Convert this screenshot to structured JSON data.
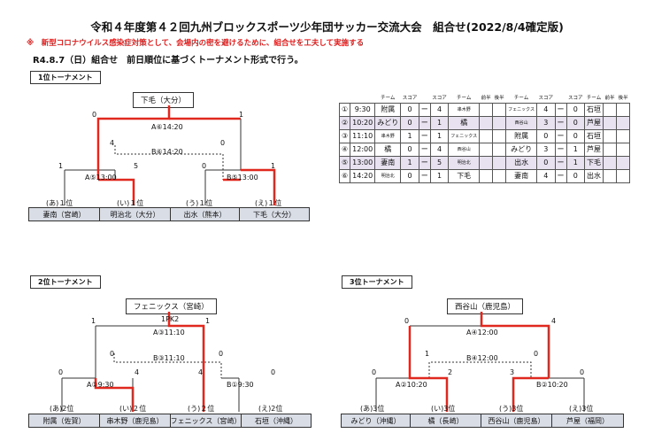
{
  "title": "令和４年度第４２回九州ブロックスポーツ少年団サッカー交流大会　組合せ(2022/8/4確定版)",
  "notice": "※　新型コロナウイルス感染症対策として、会場内の密を避けるために、組合せを工夫して実施する",
  "subheading": "R4.8.7（日）組合せ　前日順位に基づくトーナメント形式で行う。",
  "t1": {
    "label": "1位トーナメント",
    "winner": "下毛（大分）",
    "final_match": "A⑥14:20",
    "third_match": "B⑥14:20",
    "semi_left_match": "A⑤13:00",
    "semi_right_match": "B⑤13:00",
    "final_scores": [
      "0",
      "1"
    ],
    "third_scores": [
      "4",
      "0"
    ],
    "semi_scores": [
      "1",
      "5",
      "0",
      "1"
    ],
    "slots": [
      "(あ)１位",
      "(い)１位",
      "(う)１位",
      "(え)１位"
    ],
    "teams": [
      "妻南（宮崎）",
      "明治北（大分）",
      "出水（熊本）",
      "下毛（大分）"
    ]
  },
  "t2": {
    "label": "2位トーナメント",
    "winner": "フェニックス（宮崎）",
    "pk": "1PK2",
    "final_match": "A③11:10",
    "third_match": "B③11:10",
    "semi_left_match": "A①9:30",
    "semi_right_match": "B①9:30",
    "final_scores": [
      "1",
      "1"
    ],
    "third_scores": [
      "0",
      "0"
    ],
    "semi_scores": [
      "0",
      "4",
      "4",
      "0"
    ],
    "slots": [
      "(あ)2位",
      "(い)２位",
      "(う)２位",
      "(え)2位"
    ],
    "teams": [
      "附属（佐賀）",
      "串木野（鹿児島）",
      "フェニックス（宮崎）",
      "石垣（沖縄）"
    ]
  },
  "t3": {
    "label": "3位トーナメント",
    "winner": "西谷山（鹿児島）",
    "final_match": "A④12:00",
    "third_match": "B④12:00",
    "semi_left_match": "A②10:20",
    "semi_right_match": "B②10:20",
    "final_scores": [
      "0",
      "4"
    ],
    "third_scores": [
      "1",
      "0"
    ],
    "semi_scores": [
      "0",
      "2",
      "3",
      "0"
    ],
    "slots": [
      "(あ)3位",
      "(い)3位",
      "(う)3位",
      "(え)3位"
    ],
    "teams": [
      "みどり（沖縄）",
      "橘（長崎）",
      "西谷山（鹿児島）",
      "芦屋（福岡）"
    ]
  },
  "schedule": {
    "headers": [
      "",
      "",
      "チーム",
      "スコア",
      "",
      "スコア",
      "チーム",
      "前半",
      "後半",
      "チーム",
      "スコア",
      "",
      "スコア",
      "チーム",
      "前半",
      "後半"
    ],
    "rows": [
      [
        "①",
        "9:30",
        "附属",
        "0",
        "ー",
        "4",
        "串木野",
        "",
        "",
        "フェニックス",
        "4",
        "ー",
        "0",
        "石垣",
        "",
        ""
      ],
      [
        "②",
        "10:20",
        "みどり",
        "0",
        "ー",
        "1",
        "橘",
        "",
        "",
        "西谷山",
        "3",
        "ー",
        "0",
        "芦屋",
        "",
        ""
      ],
      [
        "③",
        "11:10",
        "串木野",
        "1",
        "ー",
        "1",
        "フェニックス",
        "",
        "",
        "附属",
        "0",
        "ー",
        "0",
        "石垣",
        "",
        ""
      ],
      [
        "④",
        "12:00",
        "橘",
        "0",
        "ー",
        "4",
        "西谷山",
        "",
        "",
        "みどり",
        "3",
        "ー",
        "1",
        "芦屋",
        "",
        ""
      ],
      [
        "⑤",
        "13:00",
        "妻南",
        "1",
        "ー",
        "5",
        "明治北",
        "",
        "",
        "出水",
        "0",
        "ー",
        "1",
        "下毛",
        "",
        ""
      ],
      [
        "⑥",
        "14:20",
        "明治北",
        "0",
        "ー",
        "1",
        "下毛",
        "",
        "",
        "妻南",
        "4",
        "ー",
        "0",
        "出水",
        "",
        ""
      ]
    ]
  },
  "colors": {
    "win_line": "#e0281e",
    "line": "#333333",
    "team_bg": "#d9dde6",
    "highlight_row": "#e8e2f0"
  }
}
